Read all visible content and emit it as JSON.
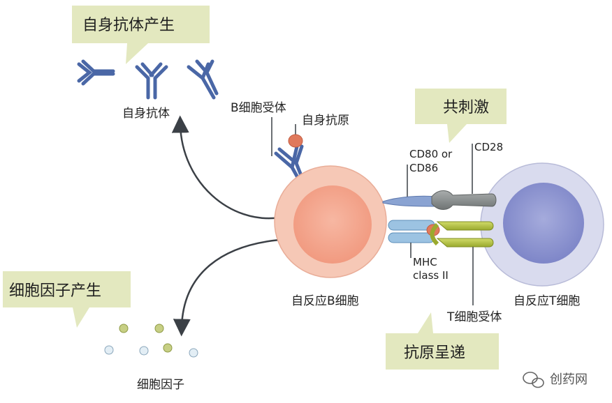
{
  "callouts": {
    "autoantibody_production": "自身抗体产生",
    "cytokine_production": "细胞因子产生",
    "costimulation": "共刺激",
    "antigen_presentation": "抗原呈递"
  },
  "labels": {
    "autoantibody": "自身抗体",
    "b_cell_receptor": "B细胞受体",
    "autoantigen": "自身抗原",
    "cd80_or": "CD80 or",
    "cd86": "CD86",
    "cd28": "CD28",
    "mhc": "MHC",
    "class_ii": "class II",
    "t_cell_receptor": "T细胞受体",
    "autoreactive_b_cell": "自反应B细胞",
    "autoreactive_t_cell": "自反应T细胞",
    "cytokines": "细胞因子"
  },
  "watermark": {
    "text": "创药网",
    "icon": "wechat-icon"
  },
  "colors": {
    "callout_bg": "#e3e8bf",
    "antibody": "#4a67a6",
    "b_cell_outer": "#f6c8b6",
    "b_cell_inner": "#f3a48c",
    "t_cell_outer": "#d9dbee",
    "t_cell_inner": "#8c93cf",
    "arrow": "#3b4046",
    "antigen": "#e0795c",
    "mhc": "#9cc3e2",
    "tcr": "#b7c44a",
    "cd28": "#8a8f8f",
    "cd80": "#8aa3d2",
    "cytokine_green": "#c7cf84",
    "cytokine_blue": "#cfe0ec"
  }
}
